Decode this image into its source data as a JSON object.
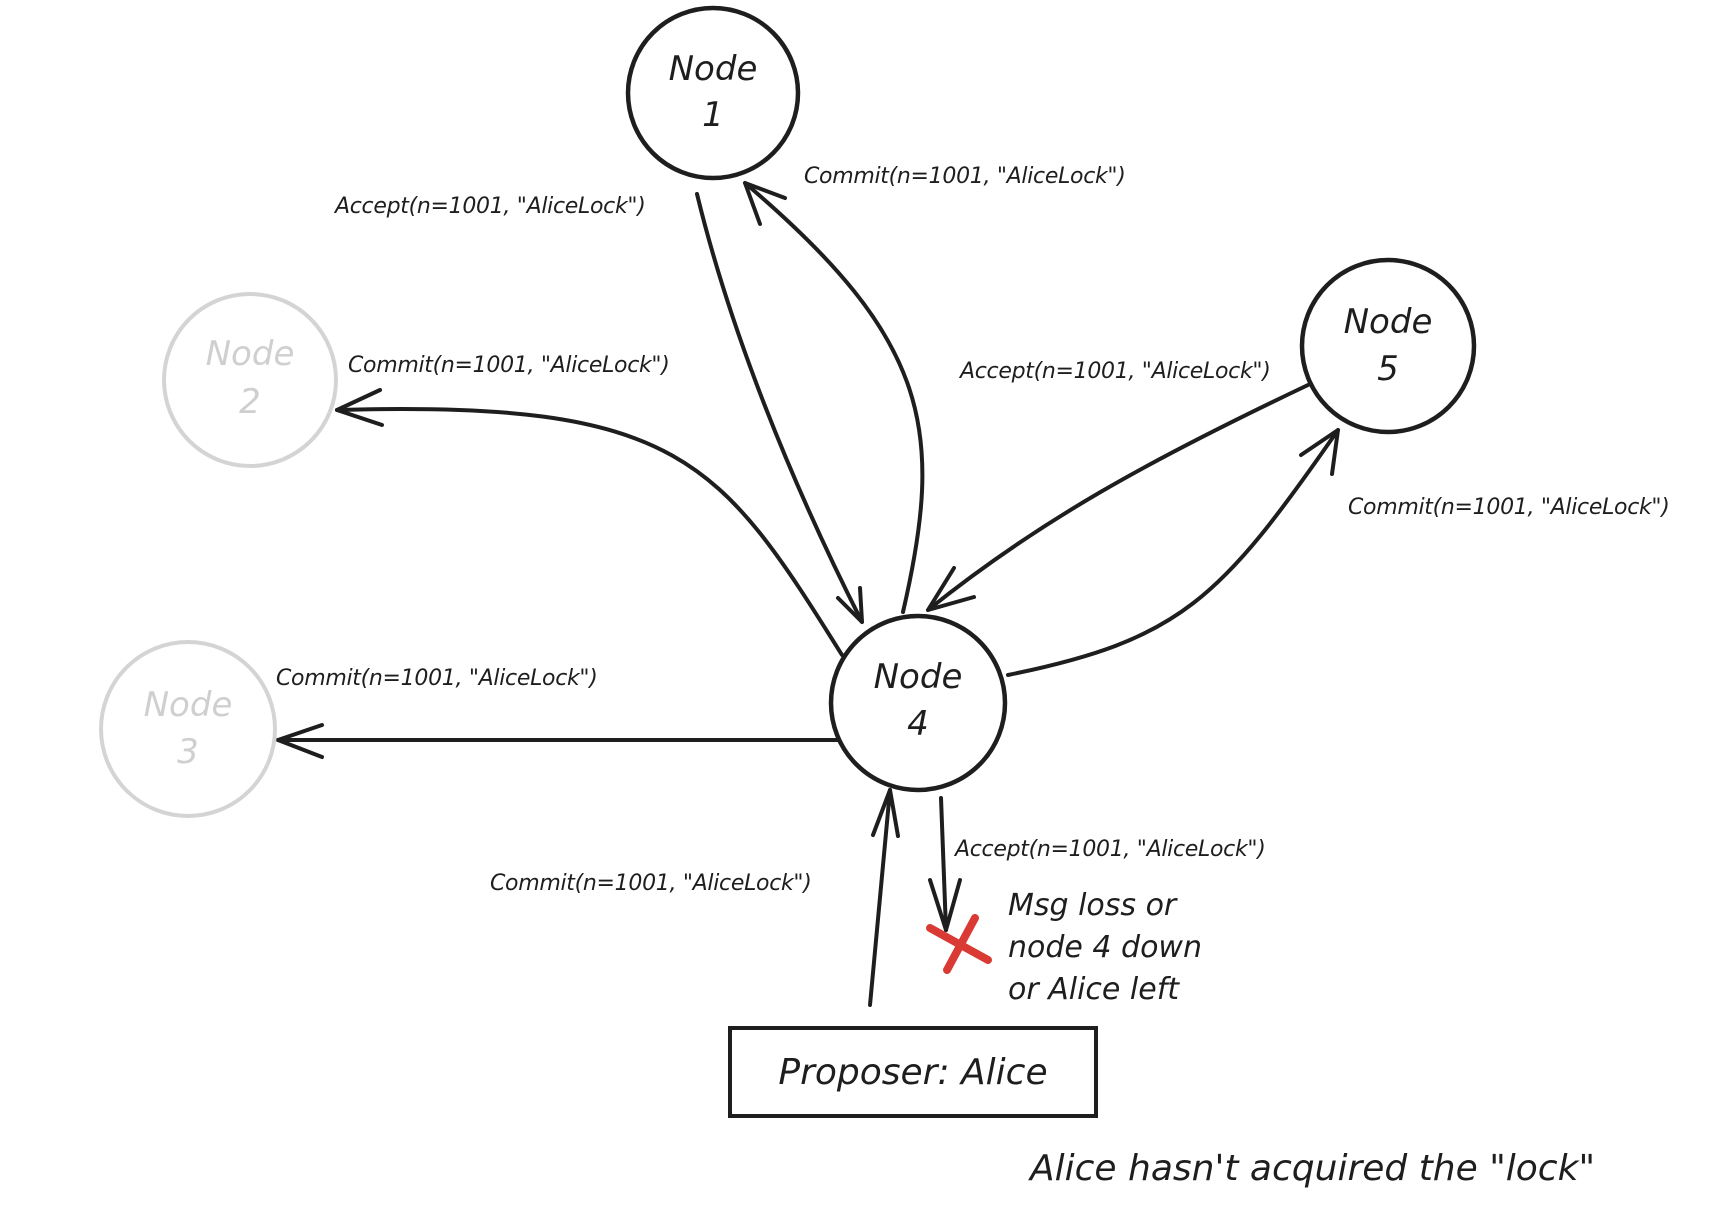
{
  "diagram": {
    "title": "Paxos commit failure: Alice hasn't acquired the lock",
    "nodes": [
      {
        "id": "node1",
        "line1": "Node",
        "line2": "1",
        "state": "active"
      },
      {
        "id": "node2",
        "line1": "Node",
        "line2": "2",
        "state": "inactive"
      },
      {
        "id": "node3",
        "line1": "Node",
        "line2": "3",
        "state": "inactive"
      },
      {
        "id": "node4",
        "line1": "Node",
        "line2": "4",
        "state": "active"
      },
      {
        "id": "node5",
        "line1": "Node",
        "line2": "5",
        "state": "active"
      }
    ],
    "proposer": {
      "label": "Proposer: Alice"
    },
    "edges": [
      {
        "from": "node1",
        "to": "node4",
        "label": "Accept(n=1001, \"AliceLock\")"
      },
      {
        "from": "node4",
        "to": "node1",
        "label": "Commit(n=1001, \"AliceLock\")"
      },
      {
        "from": "node4",
        "to": "node2",
        "label": "Commit(n=1001, \"AliceLock\")"
      },
      {
        "from": "node4",
        "to": "node3",
        "label": "Commit(n=1001, \"AliceLock\")"
      },
      {
        "from": "node5",
        "to": "node4",
        "label": "Accept(n=1001, \"AliceLock\")"
      },
      {
        "from": "node4",
        "to": "node5",
        "label": "Commit(n=1001, \"AliceLock\")"
      },
      {
        "from": "proposer",
        "to": "node4",
        "label": "Commit(n=1001, \"AliceLock\")"
      },
      {
        "from": "node4",
        "to": "proposer",
        "label": "Accept(n=1001, \"AliceLock\")",
        "status": "failed"
      }
    ],
    "failure_note": [
      "Msg loss or",
      "node 4 down",
      "or Alice left"
    ],
    "footer": "Alice hasn't acquired the \"lock\"",
    "colors": {
      "stroke": "#1e1e1e",
      "inactive": "#d4d4d4",
      "failure_mark": "#d93a34",
      "background": "#ffffff"
    }
  }
}
